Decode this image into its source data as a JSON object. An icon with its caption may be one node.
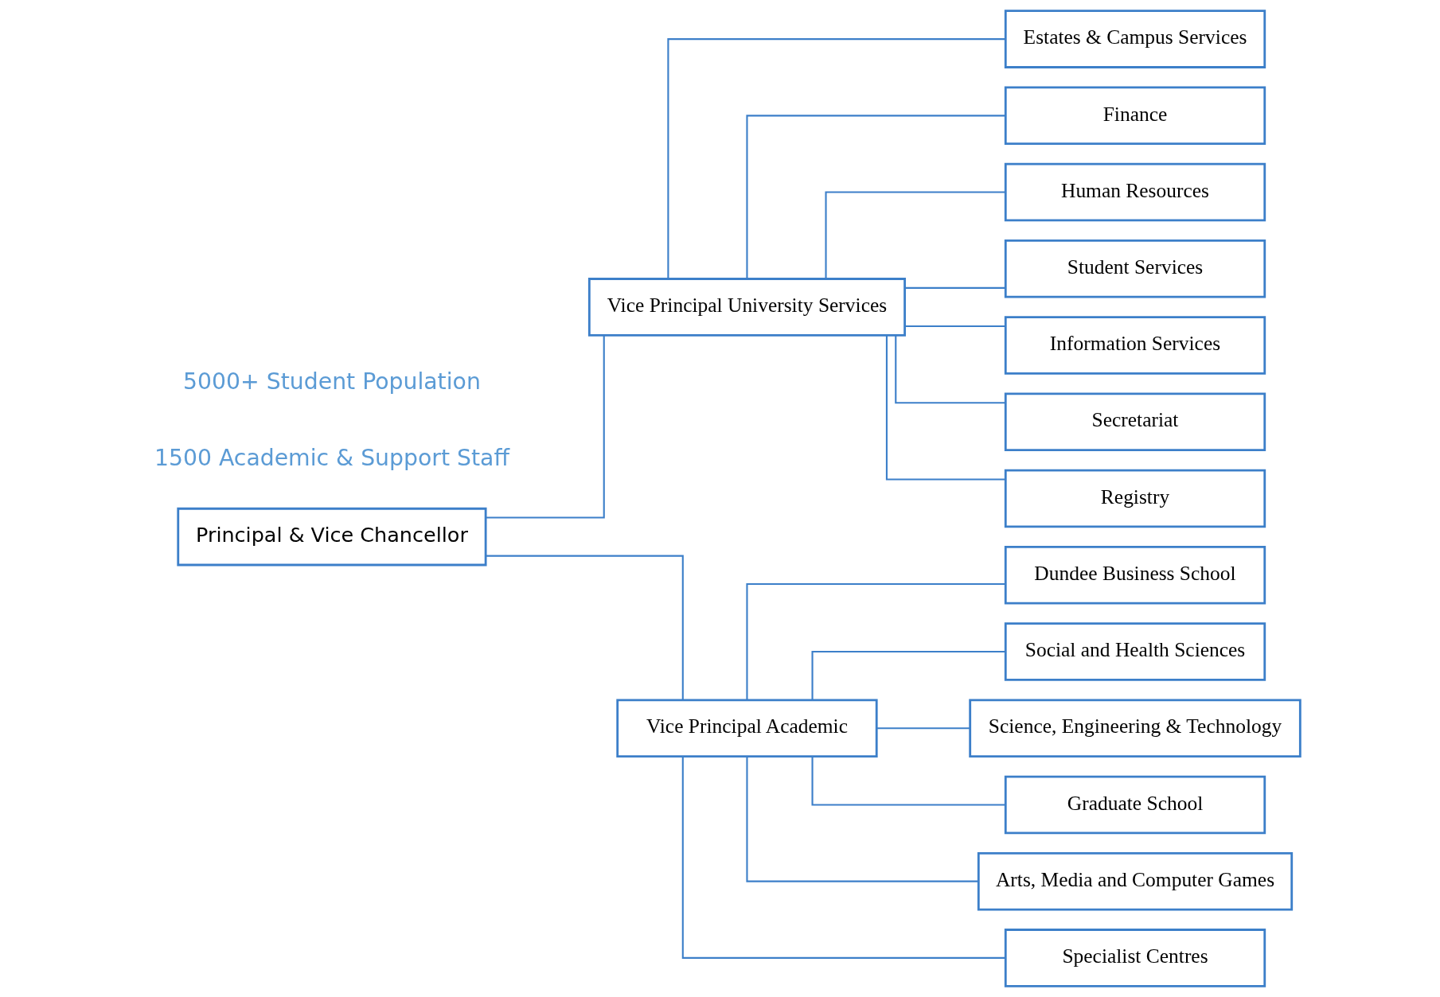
{
  "diagram": {
    "nodes": [
      {
        "text": [
          "Principal & Vice Chancellor"
        ]
      },
      {
        "text": [
          "Vice Principal University Services"
        ]
      },
      {
        "text": [
          "Vice Principal Academic"
        ]
      },
      {
        "text": [
          "Estates & Campus Services"
        ]
      },
      {
        "text": [
          "Finance"
        ]
      },
      {
        "text": [
          "Human Resources"
        ]
      },
      {
        "text": [
          "Student Services"
        ]
      },
      {
        "text": [
          "Information Services"
        ]
      },
      {
        "text": [
          "Secretariat"
        ]
      },
      {
        "text": [
          "Registry"
        ]
      },
      {
        "text": [
          "Dundee Business School"
        ]
      },
      {
        "text": [
          "Social and Health Sciences"
        ]
      },
      {
        "text": [
          "Science, Engineering & Technology"
        ]
      },
      {
        "text": [
          "Graduate School"
        ]
      },
      {
        "text": [
          "Arts, Media and Computer Games"
        ]
      },
      {
        "text": [
          "Specialist Centres"
        ]
      }
    ],
    "edges": [
      {
        "from": 0,
        "to": 1,
        "arrow": "none"
      },
      {
        "from": 0,
        "to": 2,
        "arrow": "none"
      },
      {
        "from": 1,
        "to": 3,
        "arrow": "none"
      },
      {
        "from": 1,
        "to": 4,
        "arrow": "none"
      },
      {
        "from": 1,
        "to": 5,
        "arrow": "none"
      },
      {
        "from": 1,
        "to": 6,
        "arrow": "none"
      },
      {
        "from": 1,
        "to": 7,
        "arrow": "none"
      },
      {
        "from": 1,
        "to": 8,
        "arrow": "none"
      },
      {
        "from": 1,
        "to": 9,
        "arrow": "none"
      },
      {
        "from": 2,
        "to": 10,
        "arrow": "none"
      },
      {
        "from": 2,
        "to": 11,
        "arrow": "none"
      },
      {
        "from": 2,
        "to": 12,
        "arrow": "none"
      },
      {
        "from": 2,
        "to": 13,
        "arrow": "none"
      },
      {
        "from": 2,
        "to": 14,
        "arrow": "none"
      },
      {
        "from": 2,
        "to": 15,
        "arrow": "none"
      }
    ],
    "labels": [
      "1500 Academic & Support Staff",
      "5000+ Student Population"
    ]
  }
}
